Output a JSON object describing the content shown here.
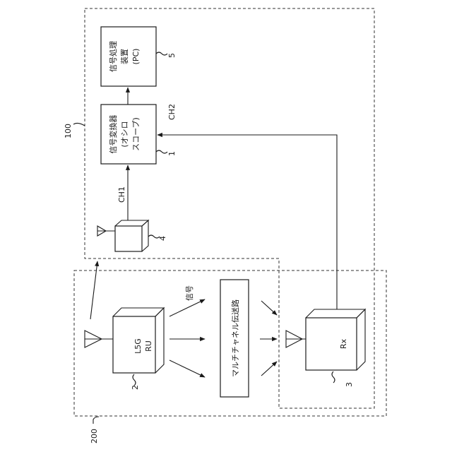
{
  "labels": {
    "signal_processor": [
      "信号処理",
      "装置",
      "(PC)"
    ],
    "signal_converter": [
      "信号変換器",
      "(オシロ",
      "スコープ)"
    ],
    "ru": [
      "L5G",
      "RU"
    ],
    "rx": "Rx",
    "multichannel": "マルチチャネル伝送路",
    "signal": "信号",
    "ch1": "CH1",
    "ch2": "CH2"
  },
  "refs": {
    "group_100": "100",
    "group_200": "200",
    "processor": "5",
    "converter": "1",
    "antenna_unit": "4",
    "ru": "2",
    "rx": "3"
  }
}
